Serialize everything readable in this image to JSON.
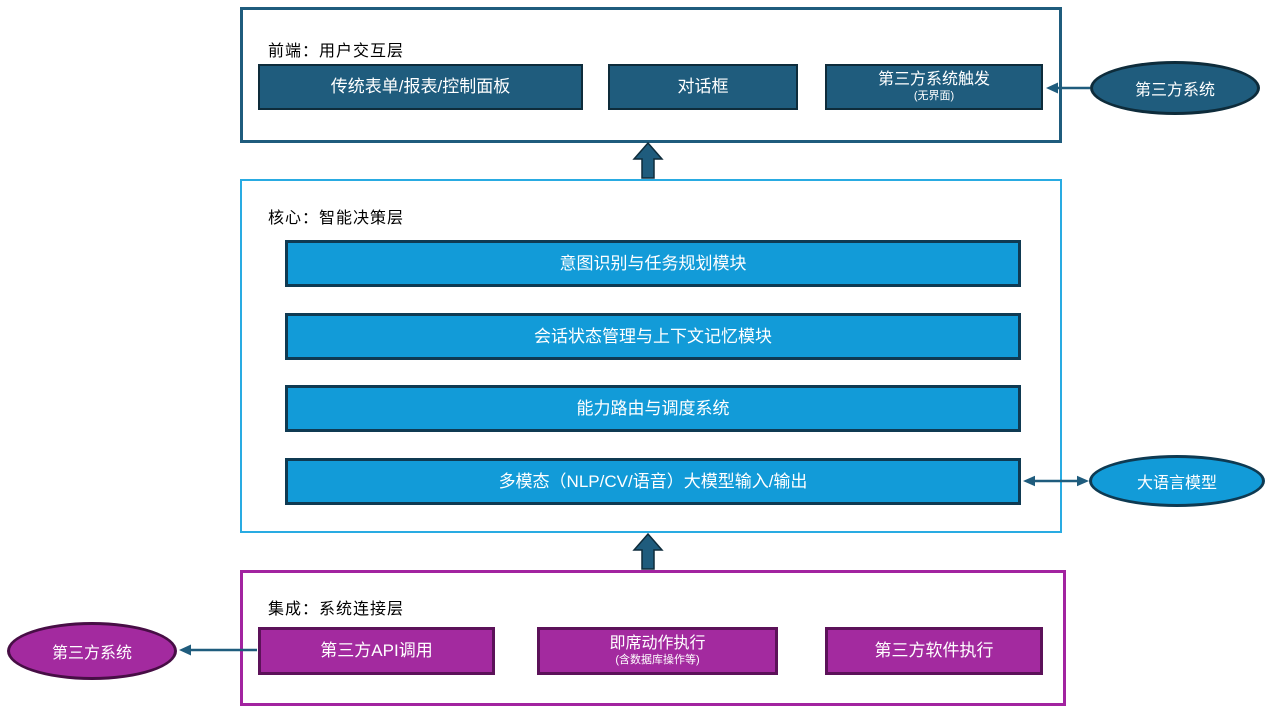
{
  "palette": {
    "frontend_fill": "#1f5c7d",
    "frontend_border_dark": "#0e2c3b",
    "core_fill": "#129bd8",
    "core_layer_border": "#29abe2",
    "core_box_border": "#0f3a52",
    "integration_fill": "#a32a9f",
    "integration_layer_border": "#a223a0",
    "integration_box_border": "#5c1259",
    "connector": "#1f5c7d",
    "title_text": "#000000",
    "node_text": "#ffffff",
    "background": "#ffffff"
  },
  "frontend_layer": {
    "title": "前端：用户交互层",
    "nodes": [
      {
        "label": "传统表单/报表/控制面板"
      },
      {
        "label": "对话框"
      },
      {
        "label": "第三方系统触发",
        "sublabel": "(无界面)"
      }
    ]
  },
  "core_layer": {
    "title": "核心：智能决策层",
    "nodes": [
      {
        "label": "意图识别与任务规划模块"
      },
      {
        "label": "会话状态管理与上下文记忆模块"
      },
      {
        "label": "能力路由与调度系统"
      },
      {
        "label": "多模态（NLP/CV/语音）大模型输入/输出"
      }
    ]
  },
  "integration_layer": {
    "title": "集成：系统连接层",
    "nodes": [
      {
        "label": "第三方API调用"
      },
      {
        "label": "即席动作执行",
        "sublabel": "(含数据库操作等)"
      },
      {
        "label": "第三方软件执行"
      }
    ]
  },
  "external_nodes": {
    "frontend_trigger_source": {
      "label": "第三方系统"
    },
    "llm": {
      "label": "大语言模型"
    },
    "integration_target": {
      "label": "第三方系统"
    }
  }
}
